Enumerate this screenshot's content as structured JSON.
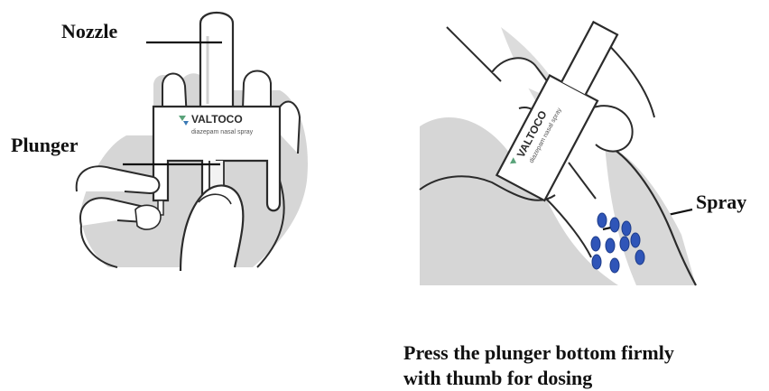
{
  "labels": {
    "nozzle": "Nozzle",
    "plunger": "Plunger",
    "spray": "Spray"
  },
  "device": {
    "brand": "VALTOCO",
    "subtext": "diazepam nasal spray"
  },
  "caption": {
    "line1": "Press the plunger bottom firmly",
    "line2": "with thumb for dosing"
  },
  "colors": {
    "outline": "#2b2b2b",
    "shadow": "#d4d4d4",
    "spray": "#2f55b8",
    "logo": "#5aa37a"
  },
  "icons": {
    "left_panel": "hand-holding-device-illustration",
    "right_panel": "nose-spray-illustration"
  }
}
